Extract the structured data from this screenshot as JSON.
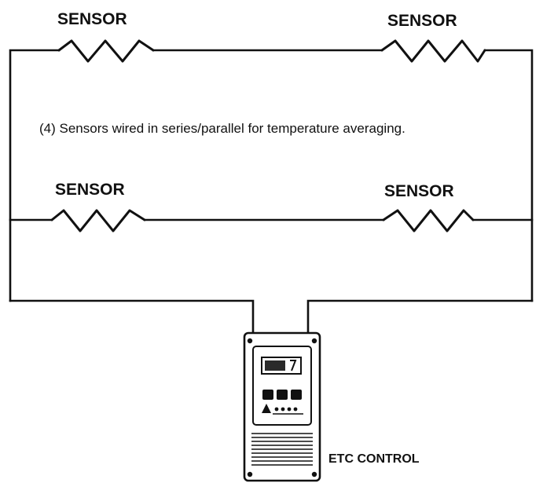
{
  "sensors": {
    "top_left": "SENSOR",
    "top_right": "SENSOR",
    "bottom_left": "SENSOR",
    "bottom_right": "SENSOR"
  },
  "note": "(4) Sensors wired in series/parallel for temperature averaging.",
  "control": {
    "label": "ETC CONTROL"
  }
}
